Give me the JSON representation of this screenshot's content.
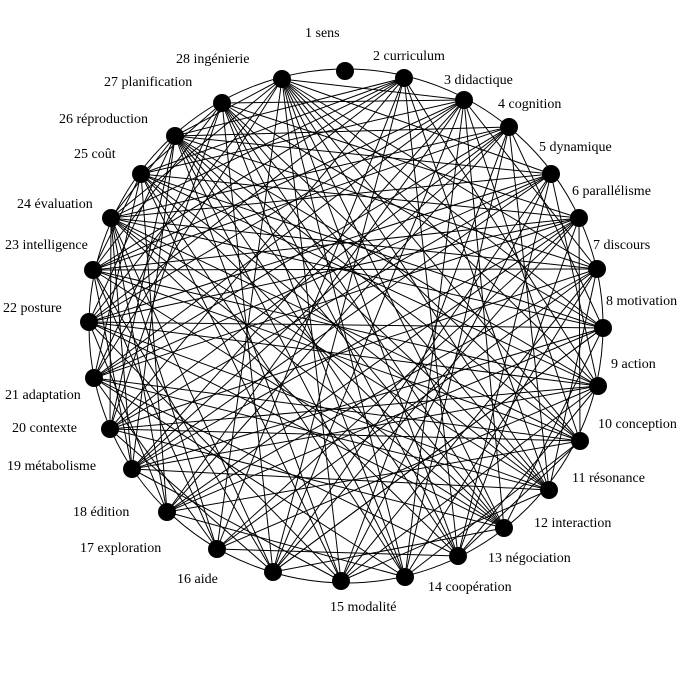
{
  "graph": {
    "type": "circular-network",
    "nodes": [
      {
        "id": 1,
        "label": "1 sens"
      },
      {
        "id": 2,
        "label": "2 curriculum"
      },
      {
        "id": 3,
        "label": "3 didactique"
      },
      {
        "id": 4,
        "label": "4 cognition"
      },
      {
        "id": 5,
        "label": "5 dynamique"
      },
      {
        "id": 6,
        "label": "6 parallélisme"
      },
      {
        "id": 7,
        "label": "7 discours"
      },
      {
        "id": 8,
        "label": "8 motivation"
      },
      {
        "id": 9,
        "label": "9 action"
      },
      {
        "id": 10,
        "label": "10 conception"
      },
      {
        "id": 11,
        "label": "11 résonance"
      },
      {
        "id": 12,
        "label": "12 interaction"
      },
      {
        "id": 13,
        "label": "13 négociation"
      },
      {
        "id": 14,
        "label": "14 coopération"
      },
      {
        "id": 15,
        "label": "15 modalité"
      },
      {
        "id": 16,
        "label": "16 aide"
      },
      {
        "id": 17,
        "label": "17 exploration"
      },
      {
        "id": 18,
        "label": "18 édition"
      },
      {
        "id": 19,
        "label": "19 métabolisme"
      },
      {
        "id": 20,
        "label": "20 contexte"
      },
      {
        "id": 21,
        "label": "21 adaptation"
      },
      {
        "id": 22,
        "label": "22 posture"
      },
      {
        "id": 23,
        "label": "23 intelligence"
      },
      {
        "id": 24,
        "label": "24 évaluation"
      },
      {
        "id": 25,
        "label": "25 coût"
      },
      {
        "id": 26,
        "label": "26 réproduction"
      },
      {
        "id": 27,
        "label": "27 planification"
      },
      {
        "id": 28,
        "label": "28 ingénierie"
      }
    ],
    "edges": [
      [
        2,
        9
      ],
      [
        2,
        13
      ],
      [
        2,
        16
      ],
      [
        2,
        20
      ],
      [
        2,
        23
      ],
      [
        2,
        25
      ],
      [
        2,
        26
      ],
      [
        3,
        7
      ],
      [
        3,
        10
      ],
      [
        3,
        12
      ],
      [
        3,
        16
      ],
      [
        3,
        19
      ],
      [
        3,
        22
      ],
      [
        3,
        25
      ],
      [
        3,
        27
      ],
      [
        3,
        28
      ],
      [
        4,
        8
      ],
      [
        4,
        11
      ],
      [
        4,
        15
      ],
      [
        4,
        18
      ],
      [
        4,
        21
      ],
      [
        4,
        23
      ],
      [
        4,
        26
      ],
      [
        5,
        9
      ],
      [
        5,
        13
      ],
      [
        5,
        16
      ],
      [
        5,
        20
      ],
      [
        5,
        22
      ],
      [
        5,
        24
      ],
      [
        5,
        26
      ],
      [
        5,
        28
      ],
      [
        6,
        10
      ],
      [
        6,
        13
      ],
      [
        6,
        17
      ],
      [
        6,
        19
      ],
      [
        6,
        21
      ],
      [
        6,
        23
      ],
      [
        6,
        25
      ],
      [
        6,
        27
      ],
      [
        7,
        11
      ],
      [
        7,
        15
      ],
      [
        7,
        18
      ],
      [
        7,
        20
      ],
      [
        7,
        23
      ],
      [
        7,
        26
      ],
      [
        7,
        28
      ],
      [
        8,
        12
      ],
      [
        8,
        16
      ],
      [
        8,
        19
      ],
      [
        8,
        22
      ],
      [
        8,
        24
      ],
      [
        8,
        27
      ],
      [
        9,
        13
      ],
      [
        9,
        17
      ],
      [
        9,
        20
      ],
      [
        9,
        22
      ],
      [
        9,
        25
      ],
      [
        9,
        28
      ],
      [
        10,
        14
      ],
      [
        10,
        18
      ],
      [
        10,
        21
      ],
      [
        10,
        23
      ],
      [
        10,
        26
      ],
      [
        10,
        28
      ],
      [
        11,
        15
      ],
      [
        11,
        19
      ],
      [
        11,
        22
      ],
      [
        11,
        24
      ],
      [
        11,
        27
      ],
      [
        12,
        16
      ],
      [
        12,
        20
      ],
      [
        12,
        23
      ],
      [
        12,
        25
      ],
      [
        12,
        28
      ],
      [
        13,
        17
      ],
      [
        13,
        21
      ],
      [
        13,
        24
      ],
      [
        13,
        26
      ],
      [
        14,
        18
      ],
      [
        14,
        21
      ],
      [
        14,
        25
      ],
      [
        14,
        27
      ],
      [
        15,
        19
      ],
      [
        15,
        22
      ],
      [
        15,
        26
      ],
      [
        15,
        28
      ],
      [
        16,
        20
      ],
      [
        16,
        23
      ],
      [
        16,
        27
      ],
      [
        17,
        21
      ],
      [
        17,
        24
      ],
      [
        17,
        28
      ],
      [
        18,
        22
      ],
      [
        18,
        25
      ],
      [
        19,
        23
      ],
      [
        19,
        26
      ],
      [
        20,
        24
      ],
      [
        20,
        27
      ],
      [
        21,
        25
      ],
      [
        21,
        28
      ],
      [
        22,
        26
      ],
      [
        23,
        27
      ],
      [
        24,
        28
      ],
      [
        2,
        22
      ],
      [
        3,
        21
      ],
      [
        4,
        20
      ],
      [
        5,
        19
      ],
      [
        6,
        18
      ],
      [
        7,
        17
      ],
      [
        8,
        16
      ],
      [
        9,
        15
      ],
      [
        10,
        13
      ],
      [
        11,
        28
      ],
      [
        12,
        27
      ],
      [
        13,
        27
      ],
      [
        14,
        26
      ],
      [
        15,
        25
      ],
      [
        16,
        24
      ],
      [
        17,
        23
      ],
      [
        18,
        24
      ],
      [
        19,
        24
      ],
      [
        20,
        26
      ],
      [
        21,
        27
      ],
      [
        22,
        28
      ],
      [
        23,
        25
      ],
      [
        24,
        26
      ],
      [
        25,
        27
      ],
      [
        26,
        28
      ],
      [
        2,
        11
      ],
      [
        3,
        14
      ],
      [
        4,
        14
      ],
      [
        5,
        15
      ],
      [
        6,
        16
      ],
      [
        7,
        14
      ],
      [
        8,
        18
      ],
      [
        9,
        19
      ],
      [
        10,
        20
      ],
      [
        11,
        21
      ],
      [
        12,
        22
      ],
      [
        2,
        17
      ],
      [
        3,
        18
      ],
      [
        4,
        19
      ],
      [
        5,
        21
      ],
      [
        6,
        22
      ],
      [
        7,
        24
      ],
      [
        8,
        25
      ],
      [
        9,
        26
      ],
      [
        10,
        27
      ],
      [
        11,
        25
      ],
      [
        12,
        26
      ],
      [
        13,
        28
      ],
      [
        14,
        28
      ],
      [
        2,
        24
      ],
      [
        3,
        23
      ],
      [
        4,
        24
      ],
      [
        8,
        28
      ],
      [
        9,
        23
      ],
      [
        10,
        24
      ],
      [
        11,
        26
      ],
      [
        12,
        24
      ]
    ]
  }
}
